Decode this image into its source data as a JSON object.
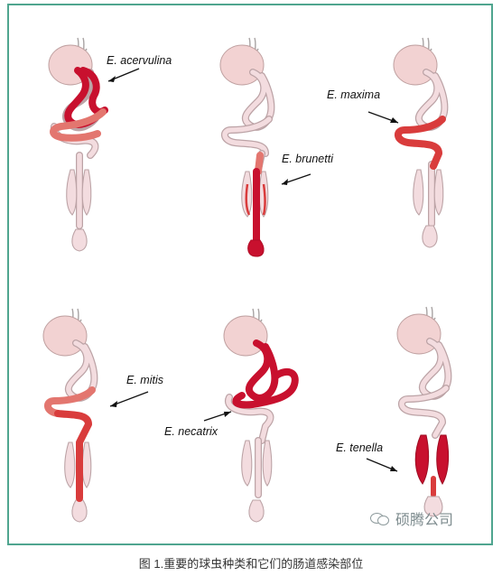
{
  "figure": {
    "frame_color": "#4fa58f",
    "panels": [
      {
        "species": "E. acervulina"
      },
      {
        "species": "E. brunetti"
      },
      {
        "species": "E. maxima"
      },
      {
        "species": "E. mitis"
      },
      {
        "species": "E. necatrix"
      },
      {
        "species": "E. tenella"
      }
    ],
    "colors": {
      "infection_dark": "#c8102e",
      "infection_medium": "#d93c3c",
      "infection_light": "#e3766f",
      "tissue": "#f2d2d2",
      "outline": "#bca3a6"
    }
  },
  "watermark": {
    "text": "硕腾公司",
    "icon": "wechat-bubble-icon"
  },
  "caption": "图 1.重要的球虫种类和它们的肠道感染部位"
}
